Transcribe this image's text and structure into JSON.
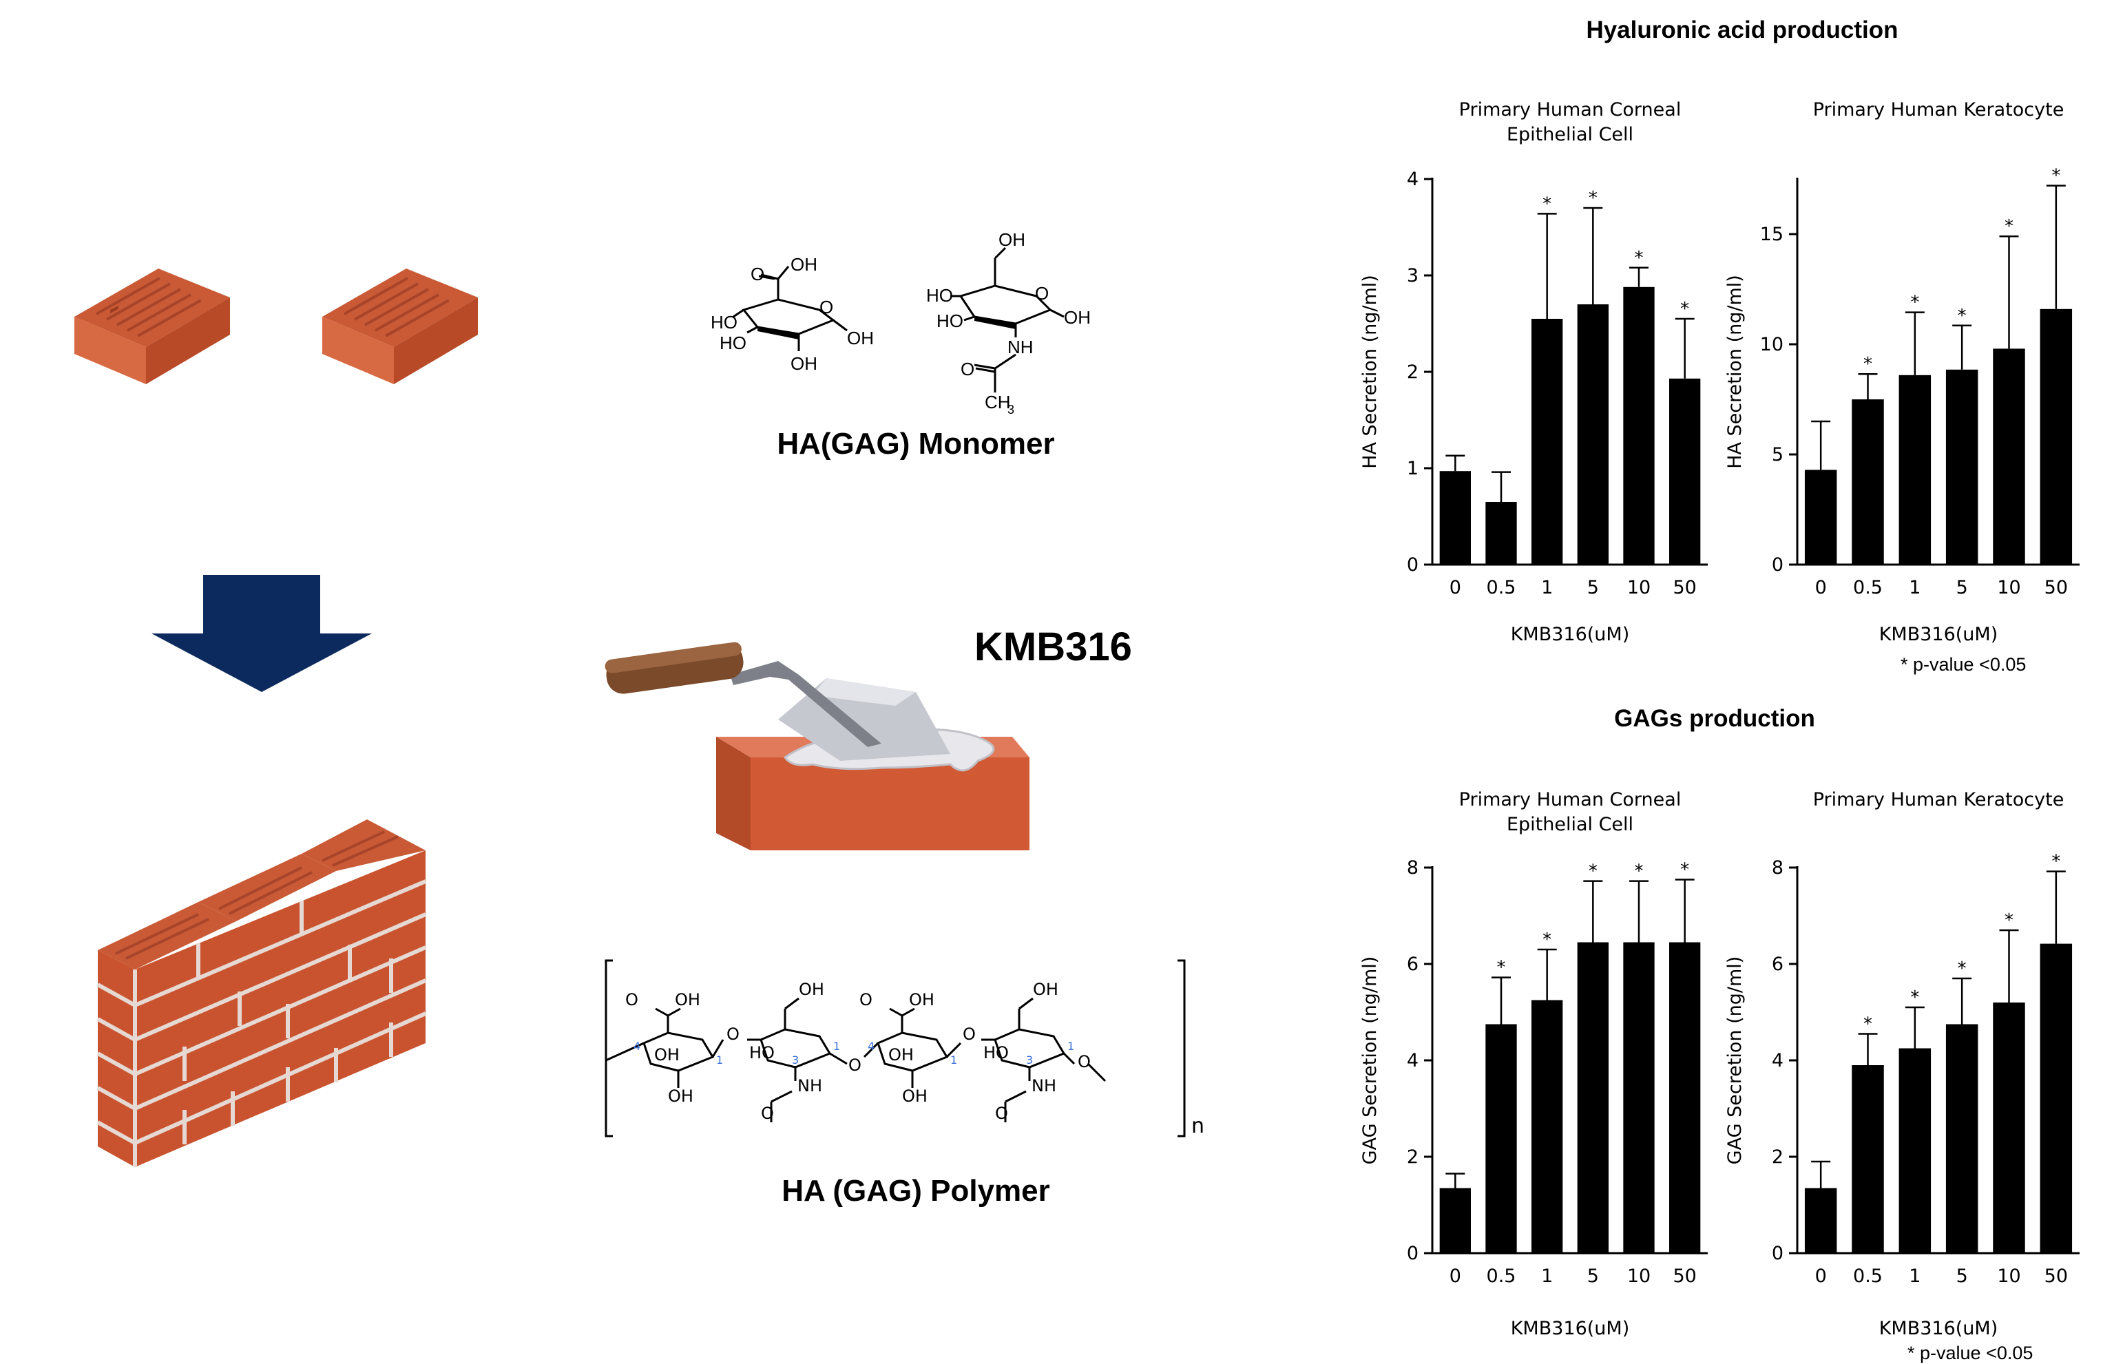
{
  "illustration": {
    "monomer_label": "HA(GAG) Monomer",
    "polymer_label": "HA (GAG) Polymer",
    "agent_label": "KMB316",
    "glucuronic": {
      "oh_top": "OH",
      "ho_left1": "HO",
      "ho_left2": "HO",
      "oh_bottom": "OH",
      "oh_right": "OH"
    },
    "glucosamine": {
      "oh_top": "OH",
      "ho_left1": "HO",
      "ho_left2": "HO",
      "oh_right": "OH",
      "nh": "NH",
      "o": "O",
      "ch3": "CH",
      "ch3_sub": "3"
    },
    "polymer": {
      "oh": "OH",
      "ho": "HO",
      "nh": "NH",
      "o": "O",
      "n": "n",
      "num1": "1",
      "num3": "3",
      "num4": "4"
    }
  },
  "sections": {
    "ha_title": "Hyaluronic acid production",
    "gag_title": "GAGs production",
    "pvalue_note": "* p-value <0.05"
  },
  "chart_data": [
    {
      "type": "bar",
      "title": "Primary Human Corneal Epithelial Cell",
      "title_lines": [
        "Primary Human Corneal",
        "Epithelial Cell"
      ],
      "xlabel": "KMB316(uM)",
      "ylabel": "HA Secretion (ng/ml)",
      "categories": [
        "0",
        "0.5",
        "1",
        "5",
        "10",
        "50"
      ],
      "values": [
        0.97,
        0.65,
        2.55,
        2.7,
        2.88,
        1.93
      ],
      "errors": [
        0.16,
        0.31,
        1.09,
        1.0,
        0.2,
        0.62
      ],
      "significant": [
        false,
        false,
        true,
        true,
        true,
        true
      ],
      "ylim": [
        0,
        4
      ],
      "yticks": [
        0,
        1,
        2,
        3,
        4
      ]
    },
    {
      "type": "bar",
      "title": "Primary Human Keratocyte",
      "title_lines": [
        "Primary Human Keratocyte"
      ],
      "xlabel": "KMB316(uM)",
      "ylabel": "HA Secretion (ng/ml)",
      "categories": [
        "0",
        "0.5",
        "1",
        "5",
        "10",
        "50"
      ],
      "values": [
        4.3,
        7.5,
        8.6,
        8.85,
        9.8,
        11.6
      ],
      "errors": [
        2.2,
        1.15,
        2.85,
        2.0,
        5.1,
        5.6
      ],
      "significant": [
        false,
        true,
        true,
        true,
        true,
        true
      ],
      "ylim": [
        0,
        17.5
      ],
      "yticks": [
        0,
        5,
        10,
        15
      ]
    },
    {
      "type": "bar",
      "title": "Primary Human Corneal Epithelial Cell",
      "title_lines": [
        "Primary Human Corneal",
        "Epithelial Cell"
      ],
      "xlabel": "KMB316(uM)",
      "ylabel": "GAG Secretion (ng/ml)",
      "categories": [
        "0",
        "0.5",
        "1",
        "5",
        "10",
        "50"
      ],
      "values": [
        1.35,
        4.75,
        5.25,
        6.45,
        6.45,
        6.45
      ],
      "errors": [
        0.3,
        0.97,
        1.05,
        1.27,
        1.27,
        1.3
      ],
      "significant": [
        false,
        true,
        true,
        true,
        true,
        true
      ],
      "ylim": [
        0,
        8
      ],
      "yticks": [
        0,
        2,
        4,
        6,
        8
      ]
    },
    {
      "type": "bar",
      "title": "Primary Human Keratocyte",
      "title_lines": [
        "Primary Human Keratocyte"
      ],
      "xlabel": "KMB316(uM)",
      "ylabel": "GAG Secretion (ng/ml)",
      "categories": [
        "0",
        "0.5",
        "1",
        "5",
        "10",
        "50"
      ],
      "values": [
        1.35,
        3.9,
        4.25,
        4.75,
        5.2,
        6.42
      ],
      "errors": [
        0.55,
        0.65,
        0.85,
        0.95,
        1.5,
        1.5
      ],
      "significant": [
        false,
        true,
        true,
        true,
        true,
        true
      ],
      "ylim": [
        0,
        8
      ],
      "yticks": [
        0,
        2,
        4,
        6,
        8
      ]
    }
  ]
}
